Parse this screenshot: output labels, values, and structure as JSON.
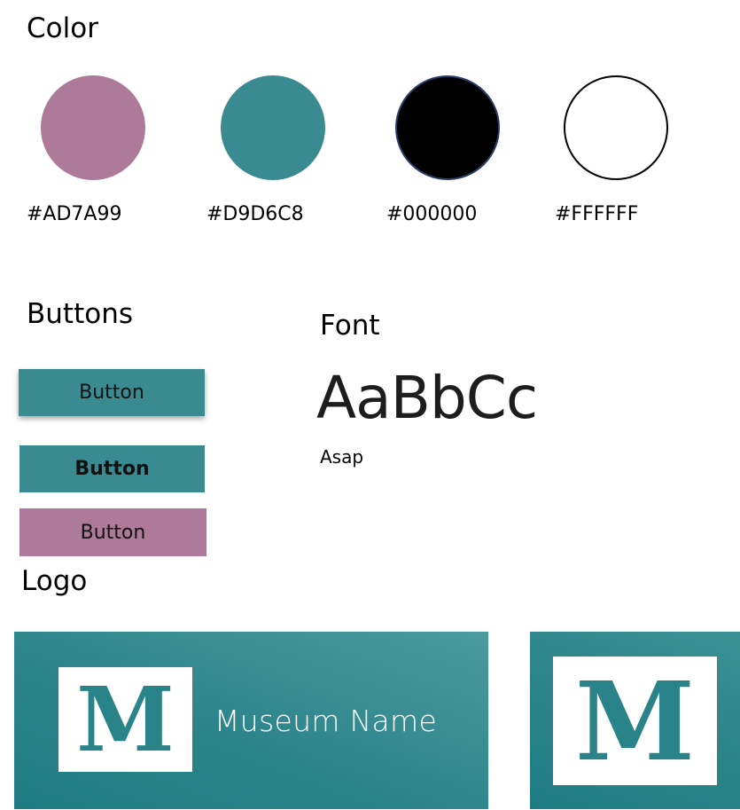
{
  "sections": {
    "color_title": "Color",
    "buttons_title": "Buttons",
    "font_title": "Font",
    "logo_title": "Logo"
  },
  "colors": [
    {
      "label": "#AD7A99",
      "fill": "#ad7a99"
    },
    {
      "label": "#D9D6C8",
      "fill": "#3a8b91"
    },
    {
      "label": "#000000",
      "fill": "#000000"
    },
    {
      "label": "#FFFFFF",
      "fill": "#ffffff"
    }
  ],
  "buttons": [
    {
      "label": "Button",
      "style": "teal-shadow"
    },
    {
      "label": "Button",
      "style": "teal-bold"
    },
    {
      "label": "Button",
      "style": "mauve"
    }
  ],
  "font": {
    "sample": "AaBbCc",
    "name": "Asap"
  },
  "logo": {
    "letter": "M",
    "wordmark": "Museum Name",
    "brand_color": "#2a8389",
    "box_color": "#ffffff"
  }
}
